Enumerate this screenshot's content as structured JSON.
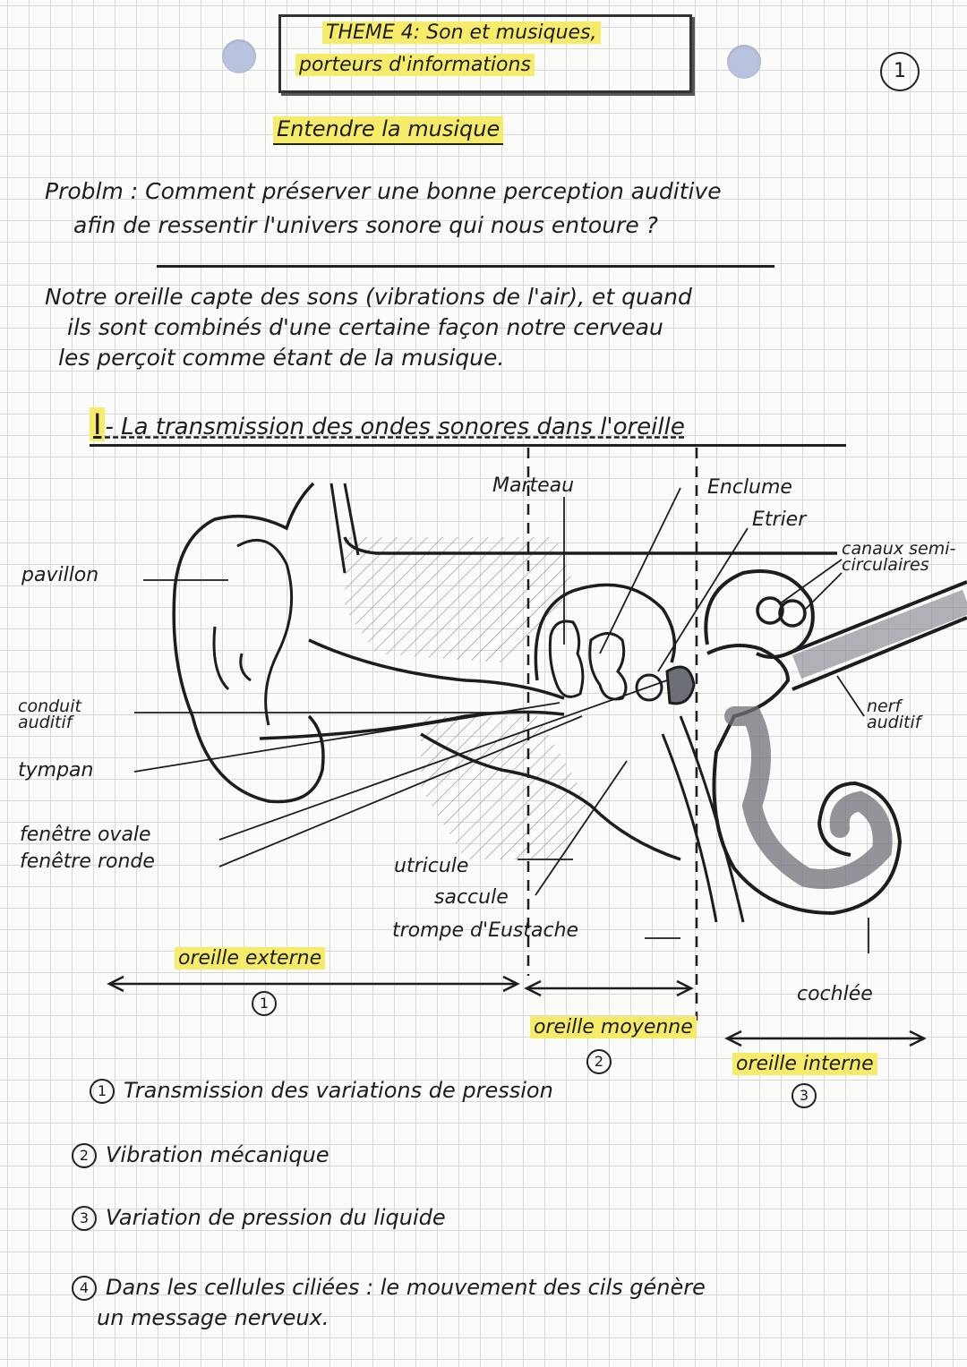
{
  "header": {
    "title_line1": "THEME 4: Son et musiques,",
    "title_line2": "porteurs d'informations",
    "page_number": "1",
    "subtitle": "Entendre la musique"
  },
  "problem": {
    "line1": "Problm : Comment préserver une bonne perception auditive",
    "line2": "afin de ressentir l'univers sonore qui nous entoure ?"
  },
  "intro": {
    "line1": "Notre oreille capte des sons (vibrations de l'air), et quand",
    "line2": "ils sont combinés d'une certaine façon notre cerveau",
    "line3": "les perçoit comme étant de la musique."
  },
  "section": {
    "number": "I",
    "title": "- La transmission des ondes sonores dans l'oreille"
  },
  "diagram": {
    "labels": {
      "pavillon": "pavillon",
      "conduit": "conduit auditif",
      "tympan": "tympan",
      "fenetre_ovale": "fenêtre ovale",
      "fenetre_ronde": "fenêtre ronde",
      "marteau": "Marteau",
      "enclume": "Enclume",
      "etrier": "Etrier",
      "canaux": "canaux semi-circulaires",
      "nerf": "nerf auditif",
      "utricule": "utricule",
      "saccule": "saccule",
      "trompe": "trompe d'Eustache",
      "cochlee": "cochlée"
    },
    "zones": {
      "externe": "oreille externe",
      "externe_num": "1",
      "moyenne": "oreille moyenne",
      "moyenne_num": "2",
      "interne": "oreille interne",
      "interne_num": "3"
    }
  },
  "legend": [
    {
      "num": "1",
      "text": "Transmission des variations de pression"
    },
    {
      "num": "2",
      "text": "Vibration mécanique"
    },
    {
      "num": "3",
      "text": "Variation de pression du liquide"
    },
    {
      "num": "4",
      "text": "Dans les cellules ciliées : le mouvement des cils génère"
    }
  ],
  "legend_last_line": "un message nerveux.",
  "colors": {
    "highlight": "#f7ec6a",
    "ink": "#1d1d1d",
    "grid": "#d6d8dc",
    "punch_hole": "#b9c3de",
    "inner_ear_fill": "#7d8088"
  }
}
